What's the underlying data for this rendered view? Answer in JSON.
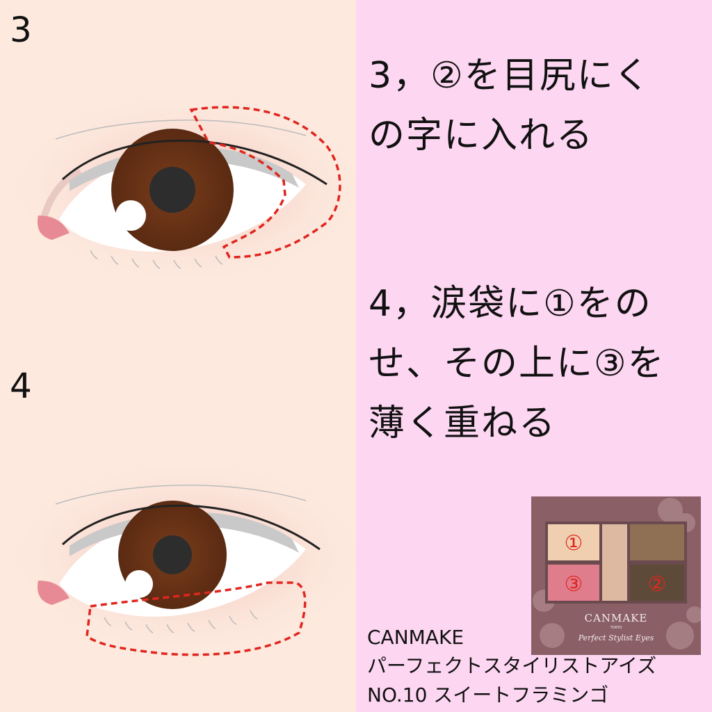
{
  "steps": {
    "step3_number": "3",
    "step4_number": "4"
  },
  "instructions": {
    "step3_lines": [
      "3，②を目尻にく",
      "の字に入れる"
    ],
    "step4_lines": [
      "4，涙袋に①をの",
      "せ、その上に③を",
      "薄く重ねる"
    ]
  },
  "palette": {
    "brand": "CANMAKE",
    "brand_sub": "TOKYO",
    "script_name": "Perfect Stylist Eyes",
    "pan1_label": "①",
    "pan2_label": "②",
    "pan3_label": "③"
  },
  "caption": {
    "brand": "CANMAKE",
    "product_name": "パーフェクトスタイリストアイズ",
    "shade": "NO.10 スイートフラミンゴ"
  },
  "colors": {
    "left_bg": "#fde9de",
    "right_bg": "#fdd6f2",
    "iris": "#6b3418",
    "dashed_guide": "#e0261e",
    "label_red": "#e0261e"
  }
}
